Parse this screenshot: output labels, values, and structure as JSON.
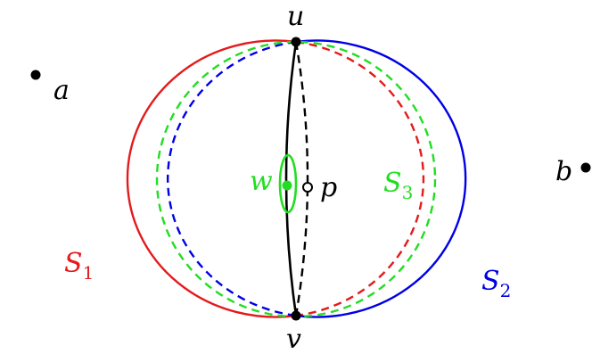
{
  "labels": {
    "u": "u",
    "v": "v",
    "a": "a",
    "b": "b",
    "w": "w",
    "p": "p",
    "s1": {
      "main": "S",
      "sub": "1"
    },
    "s2": {
      "main": "S",
      "sub": "2"
    },
    "s3": {
      "main": "S",
      "sub": "3"
    }
  },
  "colors": {
    "s1": "#e41a1c",
    "s2": "#0000e6",
    "s3": "#22dd22",
    "black": "#000000"
  }
}
